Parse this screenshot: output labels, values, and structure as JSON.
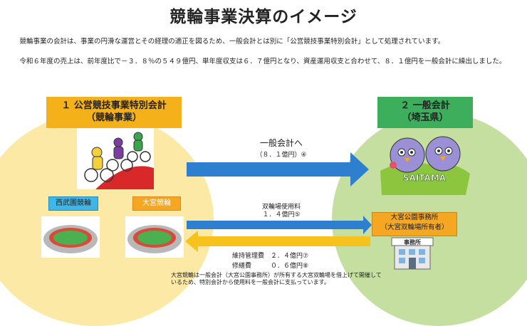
{
  "title": "競輪事業決算のイメージ",
  "paragraphs": [
    "　競輪事業の会計は、事業の円滑な運営とその経理の適正を図るため、一般会計とは別に「公営競技事業特別会計」として処理されています。",
    "　令和６年度の売上は、前年度比で－３．８％の５４９億円、単年度収支は６．７億円となり、資産運用収支と合わせて、８．１億円を一般会計に繰出しました。"
  ],
  "left": {
    "header_line1": "１ 公営競技事業特別会計",
    "header_line2": "（競輪事業）",
    "tags": [
      "西武園競輪",
      "大宮競輪"
    ]
  },
  "right": {
    "header_line1": "２ 一般会計",
    "header_line2": "（埼玉県）",
    "mascot_text": "SAITAMA",
    "office_label_1": "大宮公園事務所",
    "office_label_2": "（大宮双輪場所有者）",
    "office_sign": "事務所"
  },
  "flows": {
    "transfer_label": "一般会計へ",
    "transfer_amount": "（８．１億円）④",
    "fee_label": "双輪場使用料",
    "fee_amount": "１．４億円⑤",
    "cost_1": "維持管理費　２．４億円⑦",
    "cost_2": "修繕費　　　０．６億円⑧"
  },
  "footnote": "大宮競輪は一般会計（大宮公園事務所）が所有する大宮双輪場を借上げて開催しているため、特別会計から使用料を一般会計に支払っています。",
  "colors": {
    "left_circle": "#fde9a6",
    "right_circle": "#c5dfa0",
    "left_header": "#f5b119",
    "right_header": "#3cae5c",
    "blue_arrow": "#2f7fd0",
    "yellow_arrow": "#f8c21c"
  }
}
